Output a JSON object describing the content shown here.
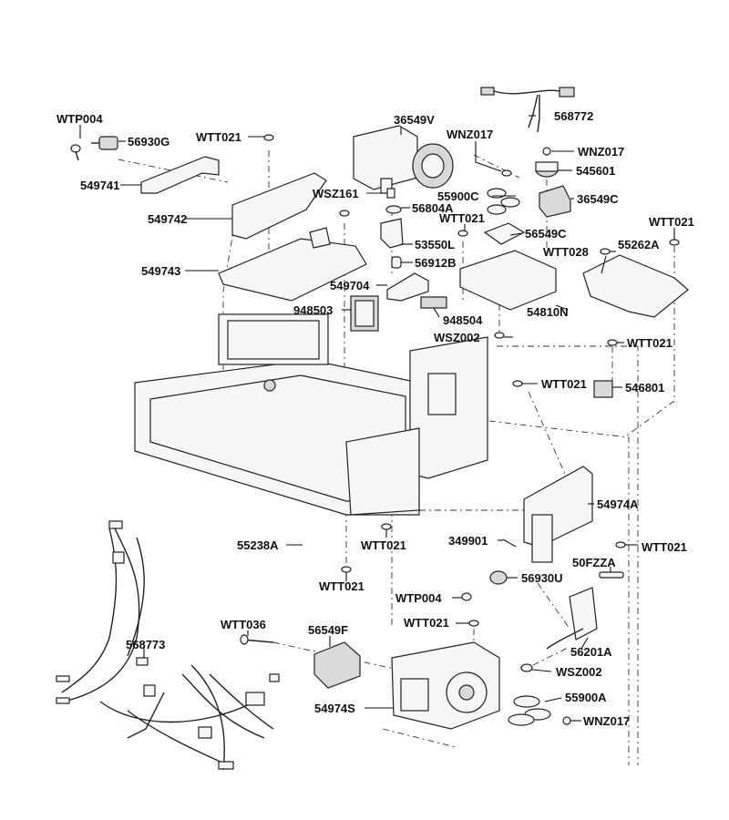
{
  "labels": {
    "wtp004_top": "WTP004",
    "p56930g": "56930G",
    "wtt021_a": "WTT021",
    "p549741": "549741",
    "p549742": "549742",
    "p549743": "549743",
    "p36549v": "36549V",
    "wsz161": "WSZ161",
    "p56804a": "56804A",
    "p53550l": "53550L",
    "p56912b": "56912B",
    "p549704": "549704",
    "p948503": "948503",
    "p948504": "948504",
    "wnz017_a": "WNZ017",
    "p55900c": "55900C",
    "wtt021_b": "WTT021",
    "p568772": "568772",
    "wnz017_b": "WNZ017",
    "p545601": "545601",
    "p36549c": "36549C",
    "p56549c": "56549C",
    "wtt021_c": "WTT021",
    "wtt028": "WTT028",
    "p55262a": "55262A",
    "p54810n": "54810N",
    "wsz002_a": "WSZ002",
    "wtt021_d": "WTT021",
    "wtt021_e": "WTT021",
    "p546801": "546801",
    "p54974a": "54974A",
    "p55238a": "55238A",
    "wtt021_f": "WTT021",
    "p349901": "349901",
    "wtt021_g": "WTT021",
    "wtt021_h": "WTT021",
    "p50fzza": "50FZZA",
    "p56930u": "56930U",
    "wtp004_b": "WTP004",
    "wtt036": "WTT036",
    "p56549f": "56549F",
    "wtt021_i": "WTT021",
    "p568773": "568773",
    "p56201a": "56201A",
    "wsz002_b": "WSZ002",
    "p55900a": "55900A",
    "p54974s": "54974S",
    "wnz017_c": "WNZ017"
  }
}
